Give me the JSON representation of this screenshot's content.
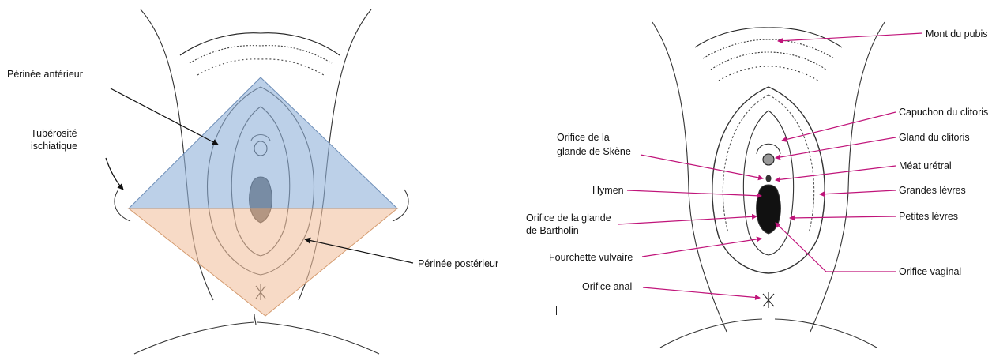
{
  "left_diagram": {
    "labels": {
      "perinee_anterieur": "Périnée antérieur",
      "tuberosite_line1": "Tubérosité",
      "tuberosite_line2": "ischiatique",
      "perinee_posterieur": "Périnée postérieur"
    },
    "colors": {
      "anterior_fill": "#8fb0d8",
      "posterior_fill": "#f2c2a0",
      "anterior_edge": "#6f8fb8",
      "posterior_edge": "#d49b6f"
    }
  },
  "right_diagram": {
    "labels": {
      "mont_du_pubis": "Mont du pubis",
      "capuchon": "Capuchon du clitoris",
      "gland": "Gland du clitoris",
      "skene_line1": "Orifice de la",
      "skene_line2": "glande de Skène",
      "meat": "Méat urétral",
      "hymen": "Hymen",
      "grandes_levres": "Grandes lèvres",
      "bartholin_line1": "Orifice de la glande",
      "bartholin_line2": "de Bartholin",
      "petites_levres": "Petites lèvres",
      "fourchette": "Fourchette vulvaire",
      "orifice_vaginal": "Orifice vaginal",
      "orifice_anal": "Orifice anal"
    },
    "colors": {
      "leader": "#c0147a"
    }
  }
}
